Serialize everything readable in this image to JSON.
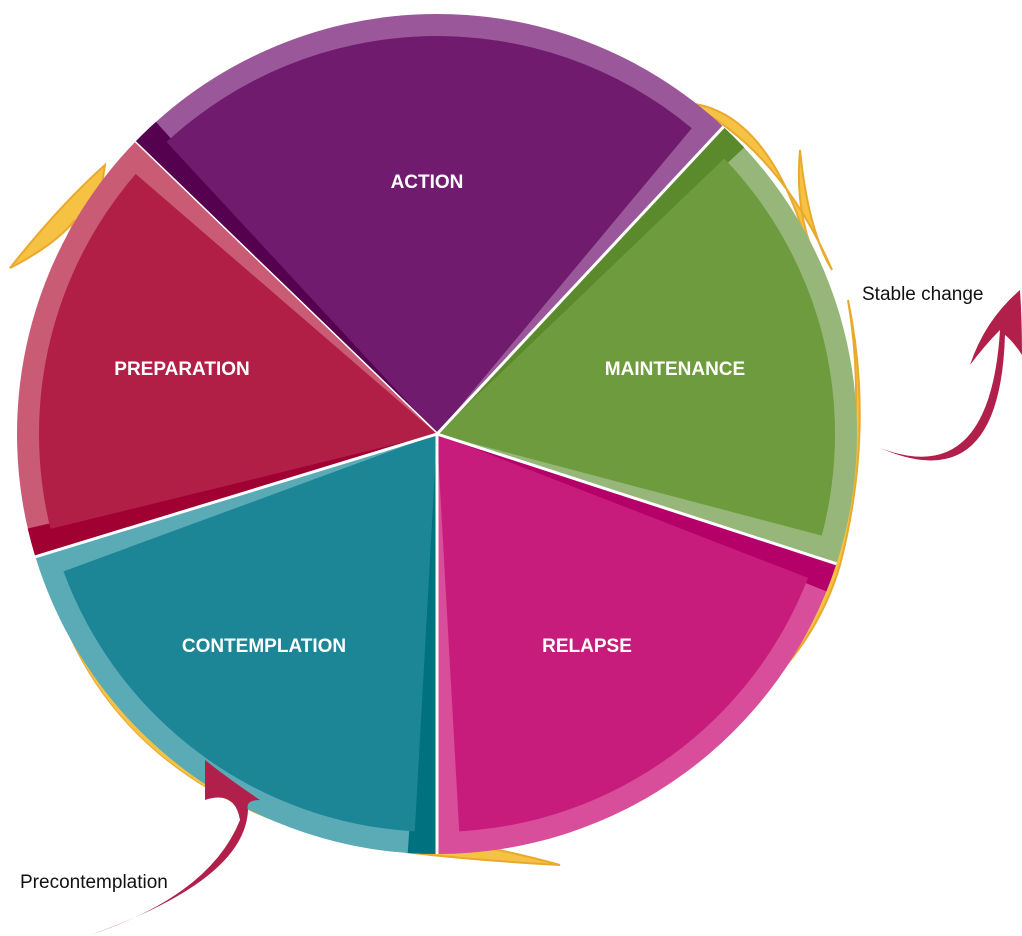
{
  "diagram": {
    "stages": [
      {
        "label": "ACTION",
        "color": "#711b6e",
        "light": "#9a589a",
        "dark": "#560050"
      },
      {
        "label": "MAINTENANCE",
        "color": "#6e9b3d",
        "light": "#97b77a",
        "dark": "#5b8a2d"
      },
      {
        "label": "RELAPSE",
        "color": "#c81c7c",
        "light": "#d84e9b",
        "dark": "#b5006a"
      },
      {
        "label": "CONTEMPLATION",
        "color": "#1c8596",
        "light": "#5aabb6",
        "dark": "#00717f"
      },
      {
        "label": "PREPARATION",
        "color": "#b11f46",
        "light": "#c95b74",
        "dark": "#a00032"
      }
    ],
    "entry_label": "Precontemplation",
    "exit_label": "Stable change",
    "colors": {
      "arrow_gold": "#f6c244",
      "arrow_gold_light": "#ffe08a",
      "arrow_crimson": "#b0204a"
    }
  }
}
